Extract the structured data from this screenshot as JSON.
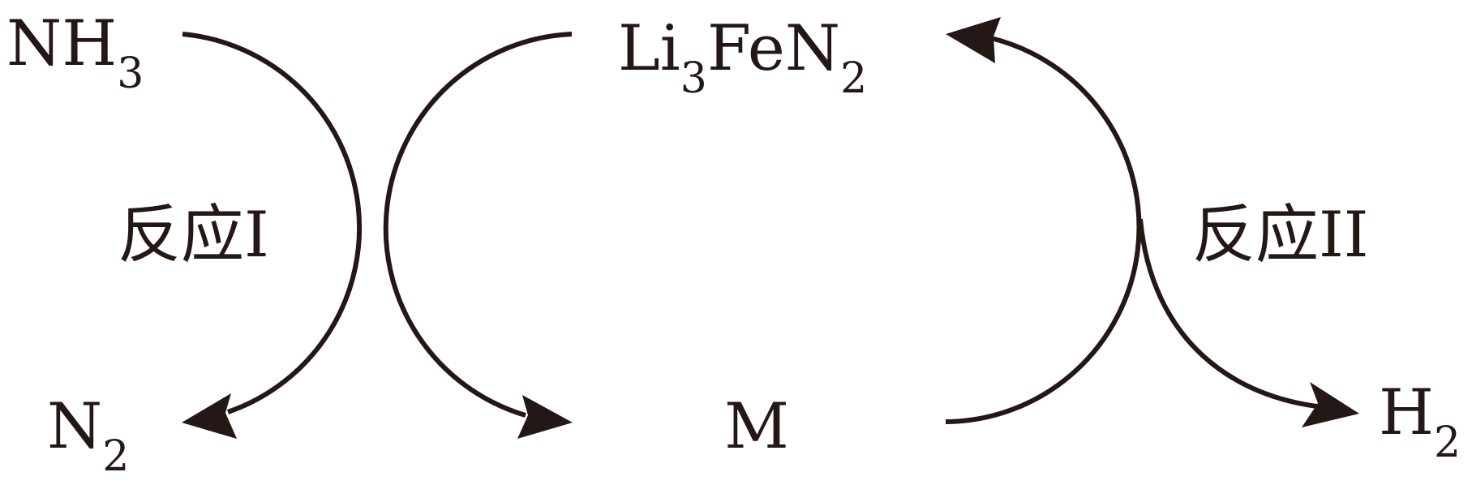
{
  "species": {
    "nh3": {
      "base": "NH",
      "sub": "3"
    },
    "n2": {
      "base": "N",
      "sub": "2"
    },
    "li3fen2": {
      "p1": "Li",
      "s1": "3",
      "p2": "FeN",
      "s2": "2"
    },
    "m": {
      "base": "M"
    },
    "h2": {
      "base": "H",
      "sub": "2"
    }
  },
  "reactions": {
    "r1": "反应I",
    "r2": "反应II"
  },
  "colors": {
    "ink": "#231815",
    "background": "#ffffff"
  }
}
